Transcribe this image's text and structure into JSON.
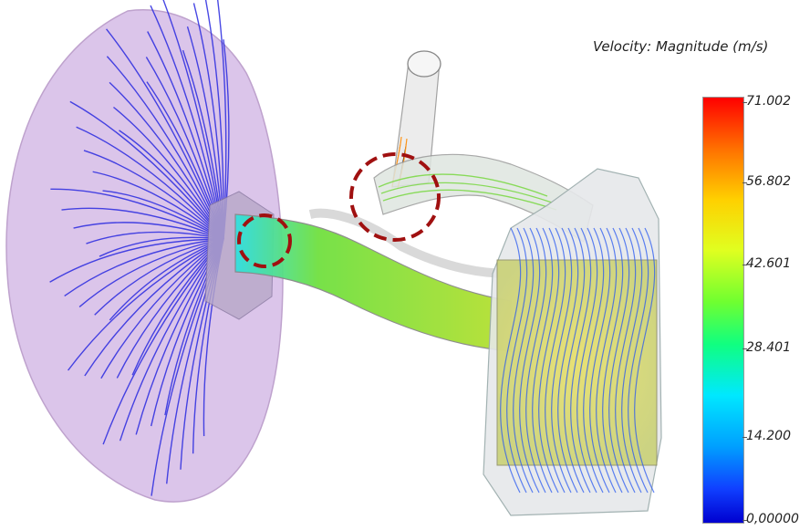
{
  "legend": {
    "title": "Velocity: Magnitude (m/s)",
    "ticks": [
      "71.002",
      "56.802",
      "42.601",
      "28.401",
      "14.200",
      "0,00000"
    ],
    "colors": {
      "max": "#ff0000",
      "min": "#0000d0"
    }
  },
  "scene": {
    "dome_color": "#d5b8e6",
    "highlight_color": "#a01010",
    "pipe_color": "#79e03a"
  }
}
